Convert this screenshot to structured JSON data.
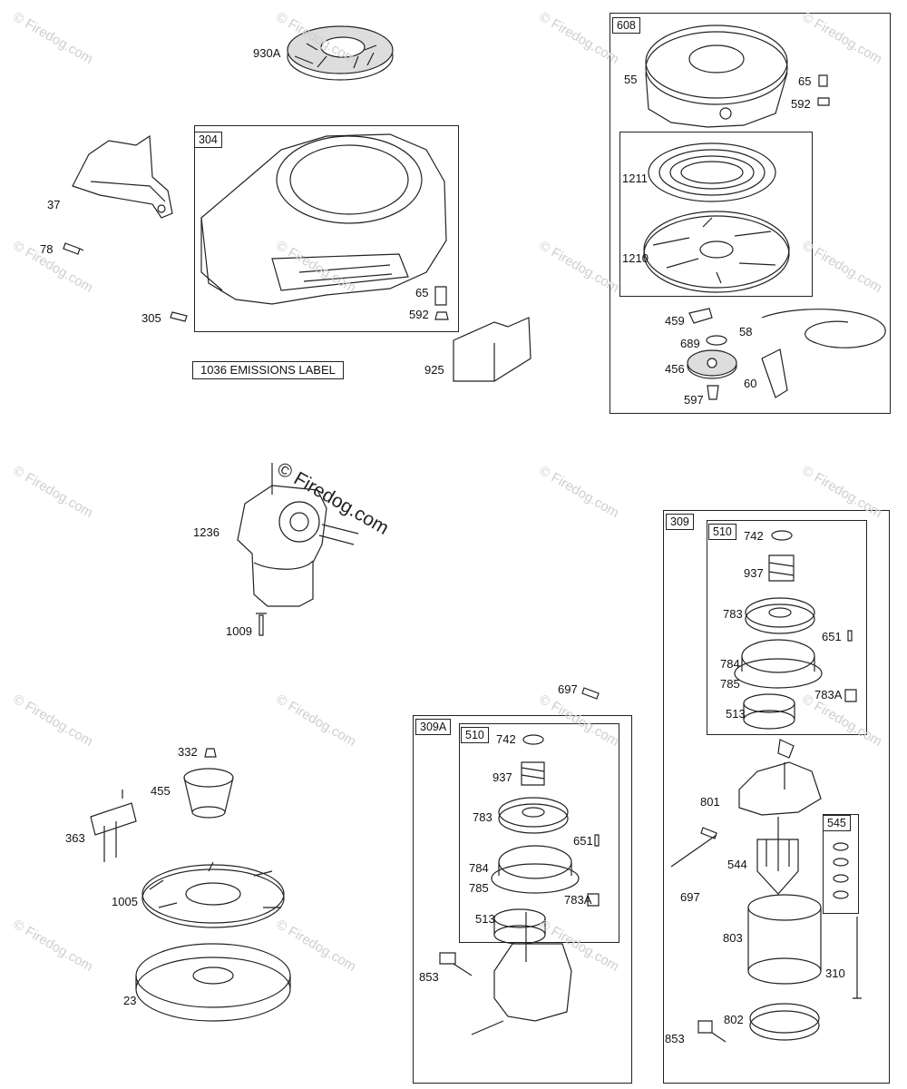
{
  "watermark": {
    "small": "© Firedog.com",
    "large": "© Firedog.com"
  },
  "groups": {
    "g608": "608",
    "g304": "304",
    "g309": "309",
    "g510a": "510",
    "g510b": "510",
    "g309A": "309A",
    "g545": "545"
  },
  "emissions_label": "1036 EMISSIONS LABEL",
  "parts": {
    "p930A": "930A",
    "p37": "37",
    "p78": "78",
    "p305": "305",
    "p65a": "65",
    "p592a": "592",
    "p925": "925",
    "p55": "55",
    "p65b": "65",
    "p592b": "592",
    "p1211": "1211",
    "p1210": "1210",
    "p459": "459",
    "p58": "58",
    "p689": "689",
    "p456": "456",
    "p60": "60",
    "p597": "597",
    "p1236": "1236",
    "p1009": "1009",
    "p742a": "742",
    "p937a": "937",
    "p783a": "783",
    "p651a": "651",
    "p784a": "784",
    "p785a": "785",
    "p783Aa": "783A",
    "p513a": "513",
    "p801": "801",
    "p544": "544",
    "p697b": "697",
    "p803": "803",
    "p310": "310",
    "p853b": "853",
    "p802": "802",
    "p697a": "697",
    "p742b": "742",
    "p937b": "937",
    "p783b": "783",
    "p651b": "651",
    "p784b": "784",
    "p785b": "785",
    "p783Ab": "783A",
    "p513b": "513",
    "p853a": "853",
    "p332": "332",
    "p455": "455",
    "p363": "363",
    "p1005": "1005",
    "p23": "23"
  }
}
